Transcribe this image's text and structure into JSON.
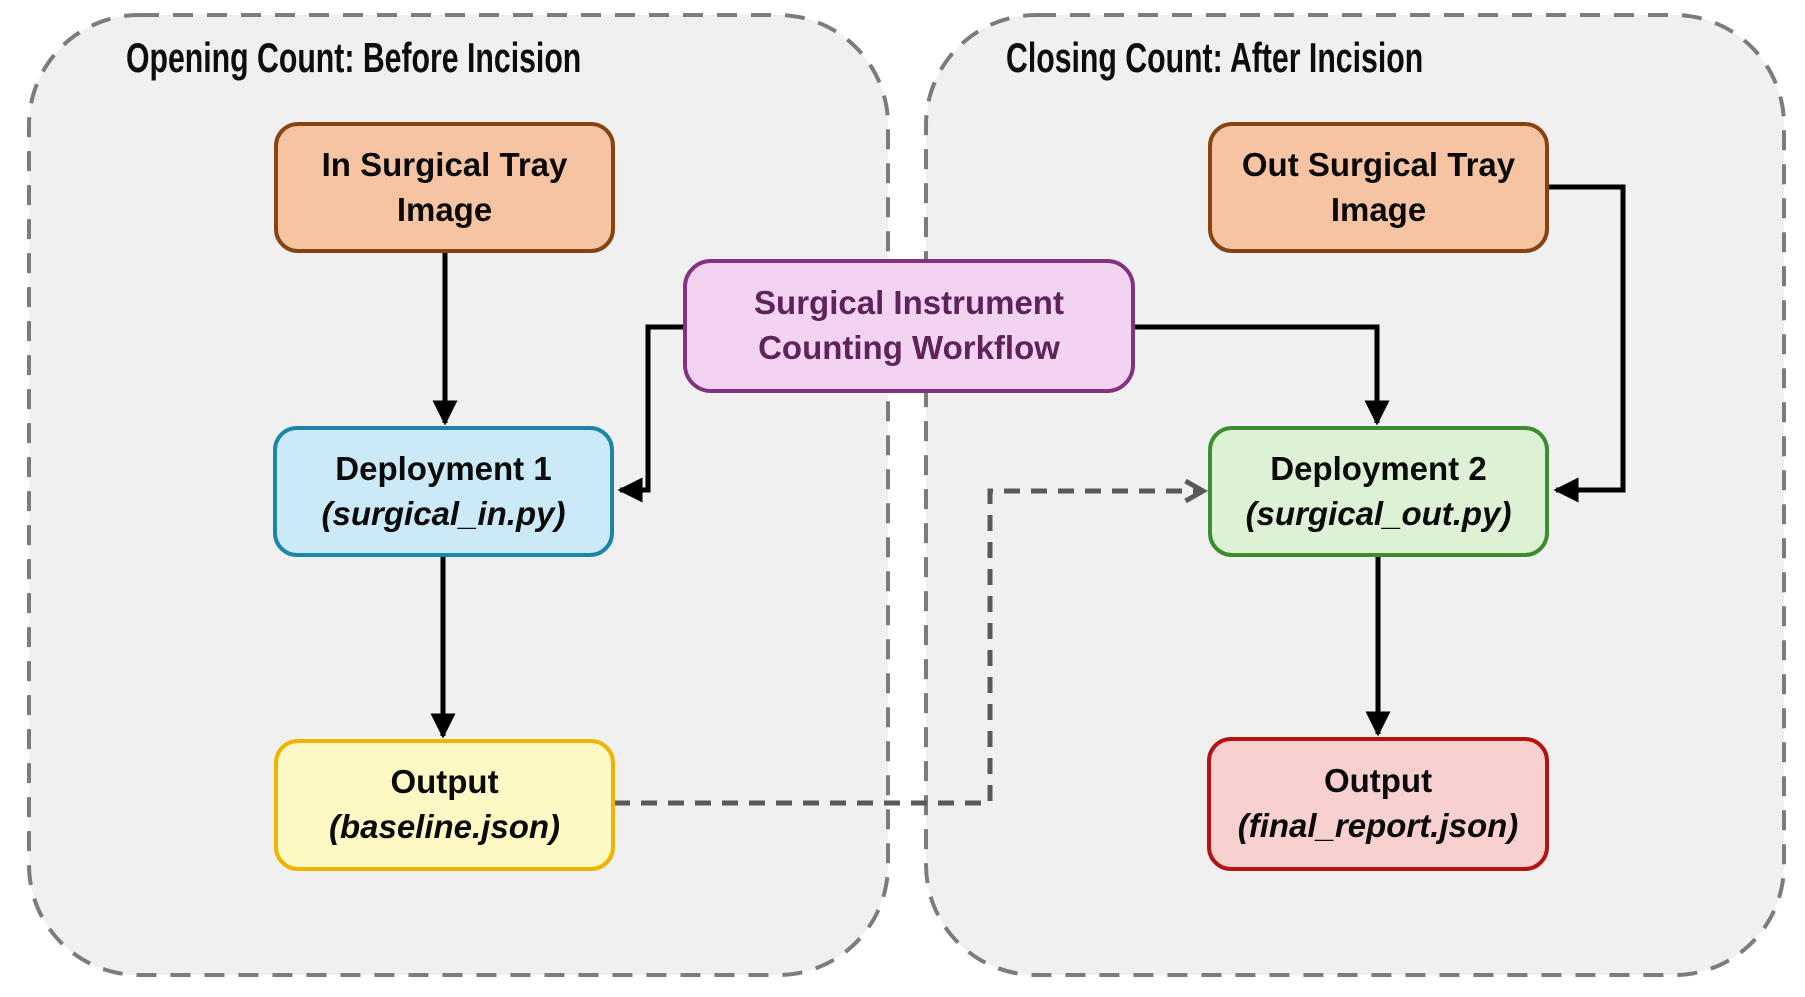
{
  "diagram": {
    "left_panel": {
      "title": "Opening Count: Before Incision"
    },
    "right_panel": {
      "title": "Closing Count: After Incision"
    },
    "nodes": {
      "in_tray": {
        "line1": "In Surgical Tray",
        "line2": "Image"
      },
      "out_tray": {
        "line1": "Out Surgical Tray",
        "line2": "Image"
      },
      "deployment1": {
        "line1": "Deployment 1",
        "line2": "(surgical_in.py)"
      },
      "deployment2": {
        "line1": "Deployment 2",
        "line2": "(surgical_out.py)"
      },
      "output_baseline": {
        "line1": "Output",
        "line2": "(baseline.json)"
      },
      "output_final": {
        "line1": "Output",
        "line2": "(final_report.json)"
      },
      "workflow": {
        "line1": "Surgical Instrument",
        "line2": "Counting Workflow"
      }
    },
    "edges": [
      {
        "from": "in_tray",
        "to": "deployment1",
        "style": "solid"
      },
      {
        "from": "deployment1",
        "to": "output_baseline",
        "style": "solid"
      },
      {
        "from": "workflow",
        "to": "deployment1",
        "style": "solid"
      },
      {
        "from": "workflow",
        "to": "deployment2",
        "style": "solid"
      },
      {
        "from": "out_tray",
        "to": "deployment2",
        "style": "solid"
      },
      {
        "from": "deployment2",
        "to": "output_final",
        "style": "solid"
      },
      {
        "from": "output_baseline",
        "to": "deployment2",
        "style": "dashed"
      }
    ],
    "colors": {
      "page_background": "#FFFFFF",
      "panel_fill": "#F0F0F0",
      "panel_border": "#7C7C7C",
      "tray_fill": "#F6C4A2",
      "tray_border": "#874412",
      "deployment1_fill": "#CBE9F6",
      "deployment1_border": "#1C86A8",
      "deployment2_fill": "#DDF2D5",
      "deployment2_border": "#3C8D2F",
      "output_baseline_fill": "#FEF9C4",
      "output_baseline_border": "#F0B400",
      "output_final_fill": "#F9D0D0",
      "output_final_border": "#B71212",
      "workflow_fill": "#F2D3F1",
      "workflow_border": "#82327E",
      "workflow_text": "#5E2358",
      "solid_arrow": "#000000",
      "dashed_arrow": "#595959"
    }
  }
}
